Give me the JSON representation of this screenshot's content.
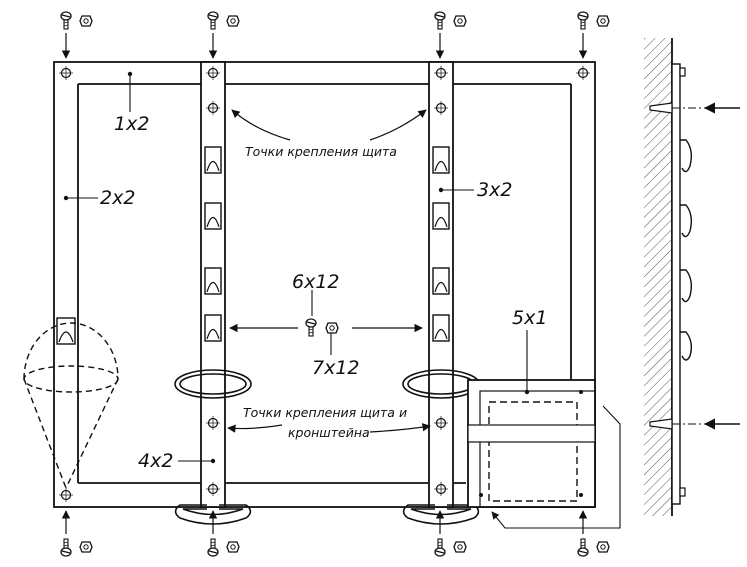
{
  "labels": {
    "part1": "1x2",
    "part2": "2x2",
    "part3": "3x2",
    "part4": "4x2",
    "part5": "5x1",
    "part6": "6x12",
    "part7": "7x12"
  },
  "notes": {
    "mount_points": "Точки крепления щита",
    "mount_points_bracket_line1": "Точки крепления щита и",
    "mount_points_bracket_line2": "кронштейна"
  },
  "colors": {
    "line": "#111111",
    "hatch": "#555555",
    "background": "#ffffff"
  }
}
